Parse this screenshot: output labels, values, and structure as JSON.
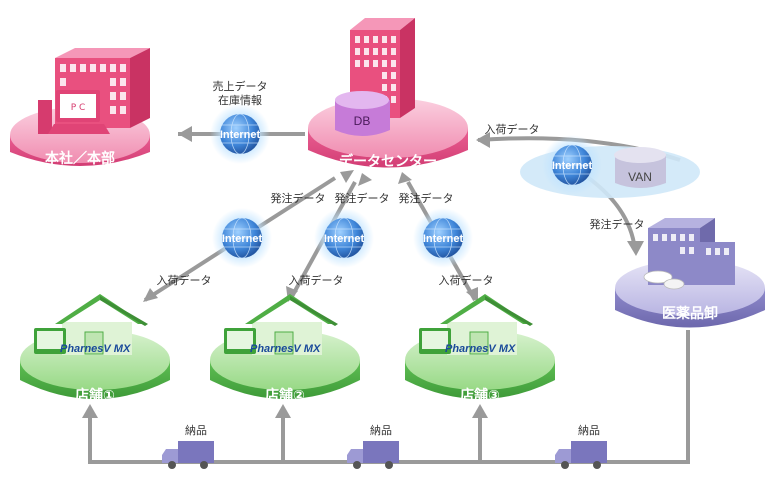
{
  "nodes": {
    "hq": "本社／本部",
    "datacenter": "データセンター",
    "wholesaler": "医薬品卸",
    "store1": "店舗①",
    "store2": "店舗②",
    "store3": "店舗③"
  },
  "equipment": {
    "pc": "P C",
    "db": "DB",
    "van": "VAN",
    "brand": "PharnesV MX"
  },
  "network": {
    "internet": "Internet"
  },
  "flows": {
    "sales_data": "売上データ",
    "inventory_info": "在庫情報",
    "order_data": "発注データ",
    "receipt_data": "入荷データ",
    "delivery": "納品"
  },
  "colors": {
    "pink": "#e85a8c",
    "green": "#5cb85c",
    "purple": "#8a86c8",
    "globe": "#3a7bd5",
    "arrow": "#999999"
  }
}
